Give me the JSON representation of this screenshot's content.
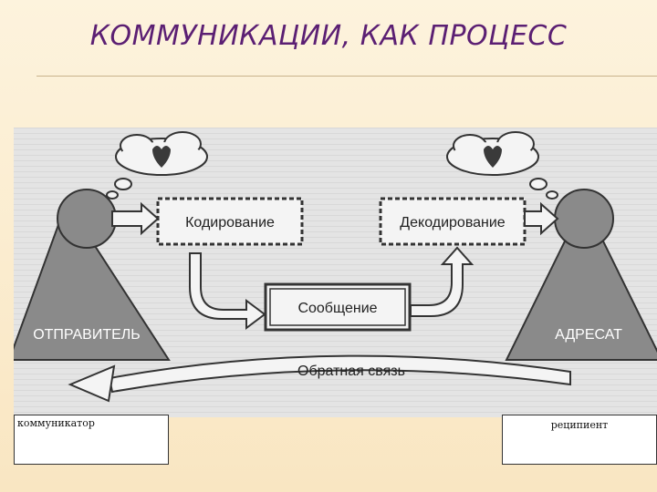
{
  "slide": {
    "title": "КОММУНИКАЦИИ, КАК ПРОЦЕСС"
  },
  "diagram": {
    "sender": "ОТПРАВИТЕЛЬ",
    "addressee": "АДРЕСАТ",
    "encoding": "Кодирование",
    "decoding": "Декодирование",
    "message": "Сообщение",
    "feedback": "Обратная связь"
  },
  "labels": {
    "left": "коммуникатор",
    "right": "реципиент"
  },
  "colors": {
    "title": "#5b1f73",
    "background": "#fbedd2",
    "diagram_fill": "#8a8a8a"
  }
}
